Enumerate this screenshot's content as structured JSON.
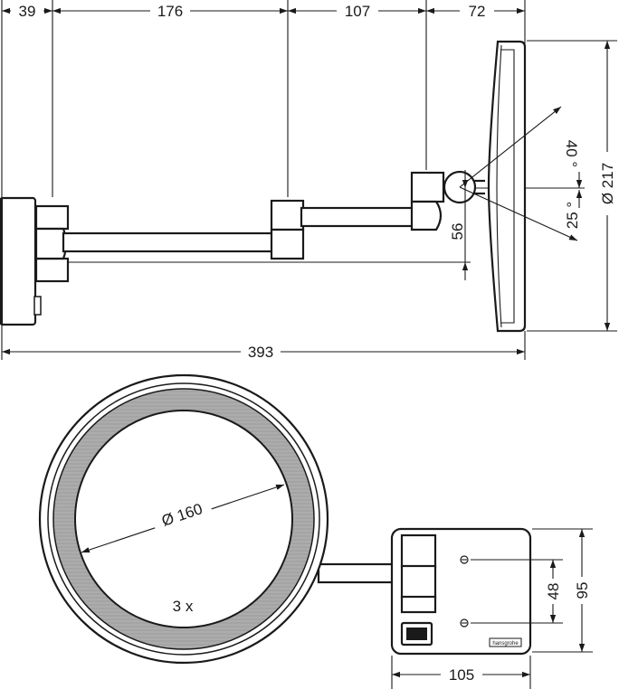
{
  "side_view": {
    "dims": {
      "d39": "39",
      "d176": "176",
      "d107": "107",
      "d72": "72",
      "d393": "393",
      "d56": "56",
      "d217": "Ø 217",
      "a40": "40 °",
      "a25": "25 °"
    }
  },
  "front_view": {
    "dims": {
      "d160": "Ø 160",
      "magnification": "3 x",
      "d48": "48",
      "d95": "95",
      "d105": "105"
    },
    "brand_label": "hansgrohe"
  }
}
